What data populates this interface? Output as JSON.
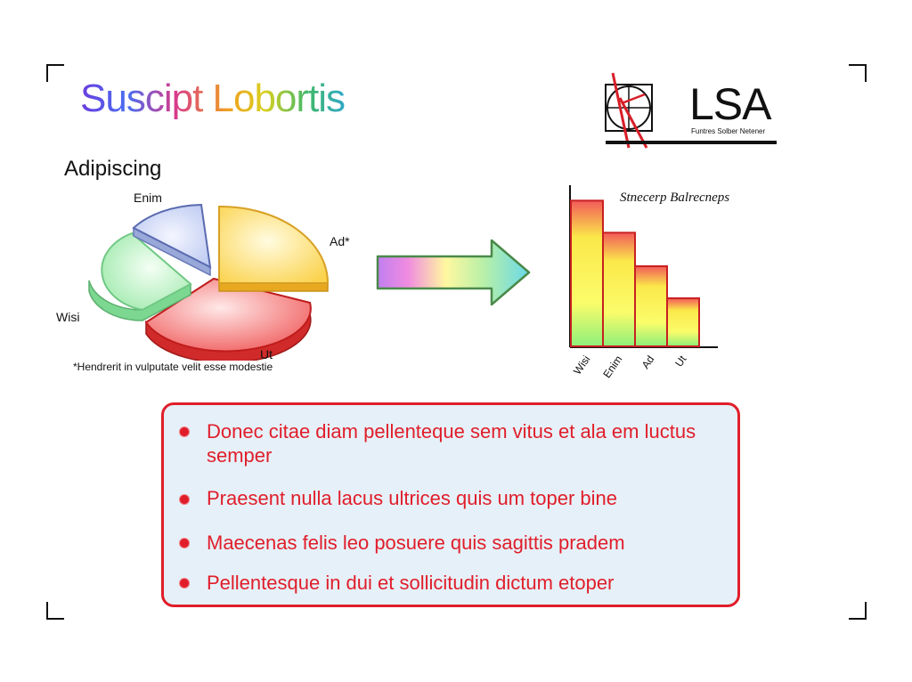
{
  "title": "Suscipt Lobortis",
  "logo": {
    "text": "LSA",
    "subtitle": "Funtres Solber Netener",
    "mark_icon": "compass-emblem-icon"
  },
  "pie_chart": {
    "title": "Adipiscing",
    "footnote": "*Hendrerit in vulputate velit esse modestie",
    "labels": [
      "Enim",
      "Ad*",
      "Ut",
      "Wisi"
    ]
  },
  "arrow_icon": "gradient-arrow-right-icon",
  "chart_data": [
    {
      "type": "pie",
      "title": "Adipiscing",
      "categories": [
        "Enim",
        "Ad*",
        "Ut",
        "Wisi"
      ],
      "values": [
        10,
        27,
        35,
        28
      ],
      "colors": [
        "#c8d4f4",
        "#fbe27a",
        "#f26b6b",
        "#b8f0c0"
      ],
      "exploded": true,
      "style": "3d"
    },
    {
      "type": "bar",
      "title": "Stnecerp Balrecneps",
      "categories": [
        "Wisi",
        "Enim",
        "Ad",
        "Ut"
      ],
      "values": [
        100,
        78,
        55,
        33
      ],
      "ylim": [
        0,
        110
      ],
      "grid": false,
      "legend": "none",
      "fill": "gradient red-yellow-green"
    }
  ],
  "bullets": [
    "Donec citae diam pellenteque sem vitus et ala em luctus semper",
    "Praesent nulla lacus ultrices quis um toper bine",
    "Maecenas felis leo posuere quis sagittis pradem",
    "Pellentesque in dui et sollicitudin dictum etoper"
  ],
  "colors": {
    "accent": "#e01e2a",
    "box_fill": "#e6f0f8"
  }
}
